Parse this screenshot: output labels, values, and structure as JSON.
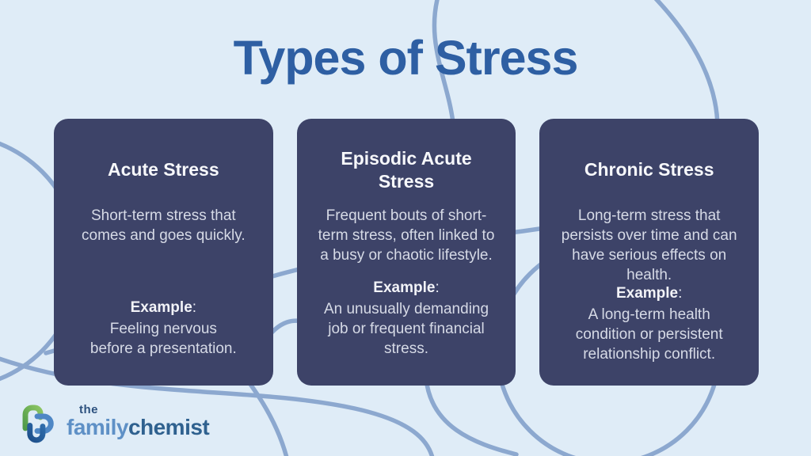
{
  "poster": {
    "title": "Types of Stress"
  },
  "cards": [
    {
      "heading": "Acute Stress",
      "body": "Short-term stress that comes and goes quickly.",
      "example_label": "Example",
      "example": "Feeling nervous before a presentation."
    },
    {
      "heading": "Episodic Acute Stress",
      "body": "Frequent bouts of short-term stress, often linked to a busy or chaotic lifestyle.",
      "example_label": "Example",
      "example": "An unusually demanding job or frequent financial stress."
    },
    {
      "heading": "Chronic Stress",
      "body": "Long-term stress that persists over time and can have serious effects on health.",
      "example_label": "Example",
      "example": "A long-term health condition or persistent relationship conflict."
    }
  ],
  "punctuation": {
    "colon": ":"
  },
  "logo": {
    "the": "the",
    "family": "family",
    "chemist": "chemist"
  },
  "colors": {
    "background": "#dfecf7",
    "card": "#3d4368",
    "title": "#2e5fa3",
    "curves": "#8ca8cf",
    "body_text": "#d6dae6",
    "heading_text": "#f7f8fb",
    "logo_green_light": "#8cc563",
    "logo_green_dark": "#4f9b49",
    "logo_blue": "#4e87c5",
    "logo_navy": "#255d9d"
  }
}
